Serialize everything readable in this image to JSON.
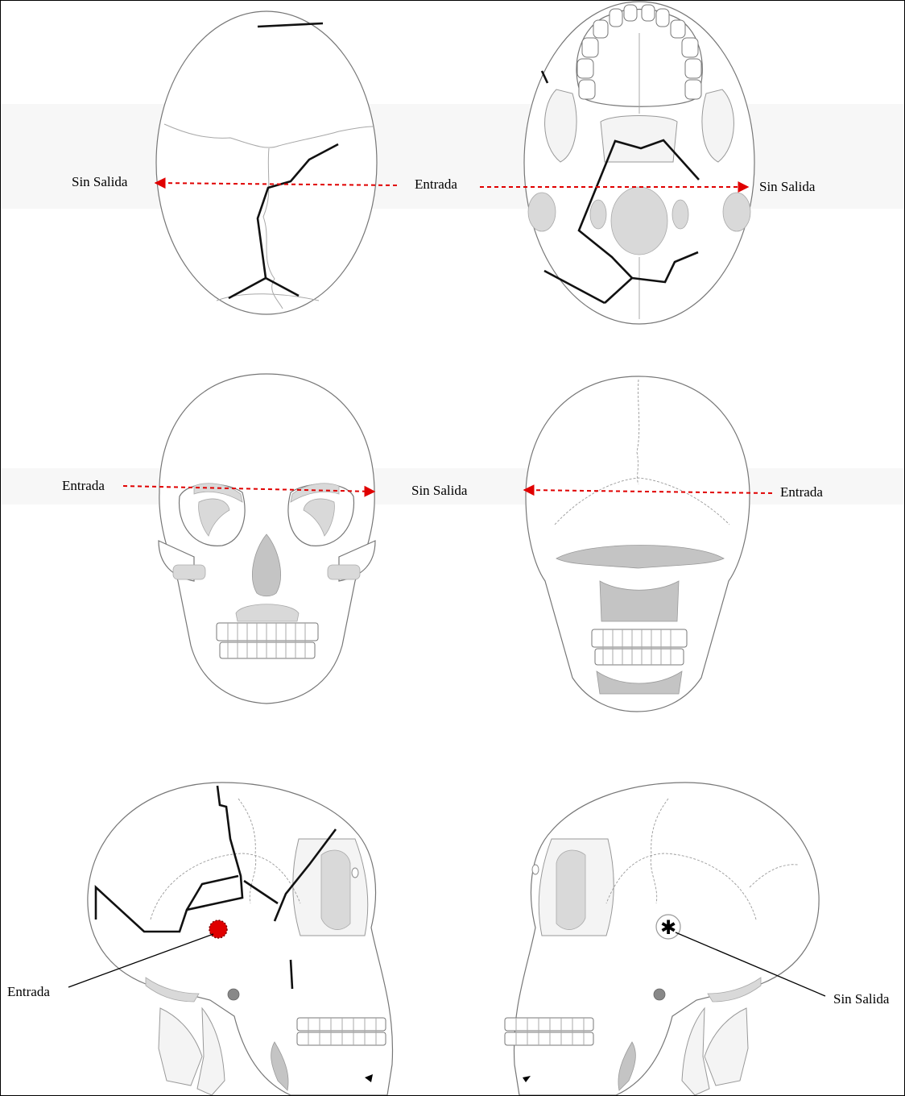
{
  "labels": {
    "top_left_exit": "Sin  Salida",
    "top_entry": "Entrada",
    "top_right_exit": "Sin  Salida",
    "mid_left_entry": "Entrada",
    "mid_exit": "Sin  Salida",
    "mid_right_entry": "Entrada",
    "bottom_left_entry": "Entrada",
    "bottom_right_exit": "Sin  Salida"
  },
  "colors": {
    "trajectory": "#e00000",
    "fracture": "#111111",
    "wound_fill": "#e00000",
    "bone_shade": "#c4c4c4"
  },
  "views": [
    "superior-view",
    "inferior-view",
    "anterior-view",
    "posterior-view",
    "left-lateral-view",
    "right-lateral-view"
  ],
  "markers": {
    "entry_wound": "red-dotted-circle",
    "exit_wound": "asterisk-circle"
  }
}
